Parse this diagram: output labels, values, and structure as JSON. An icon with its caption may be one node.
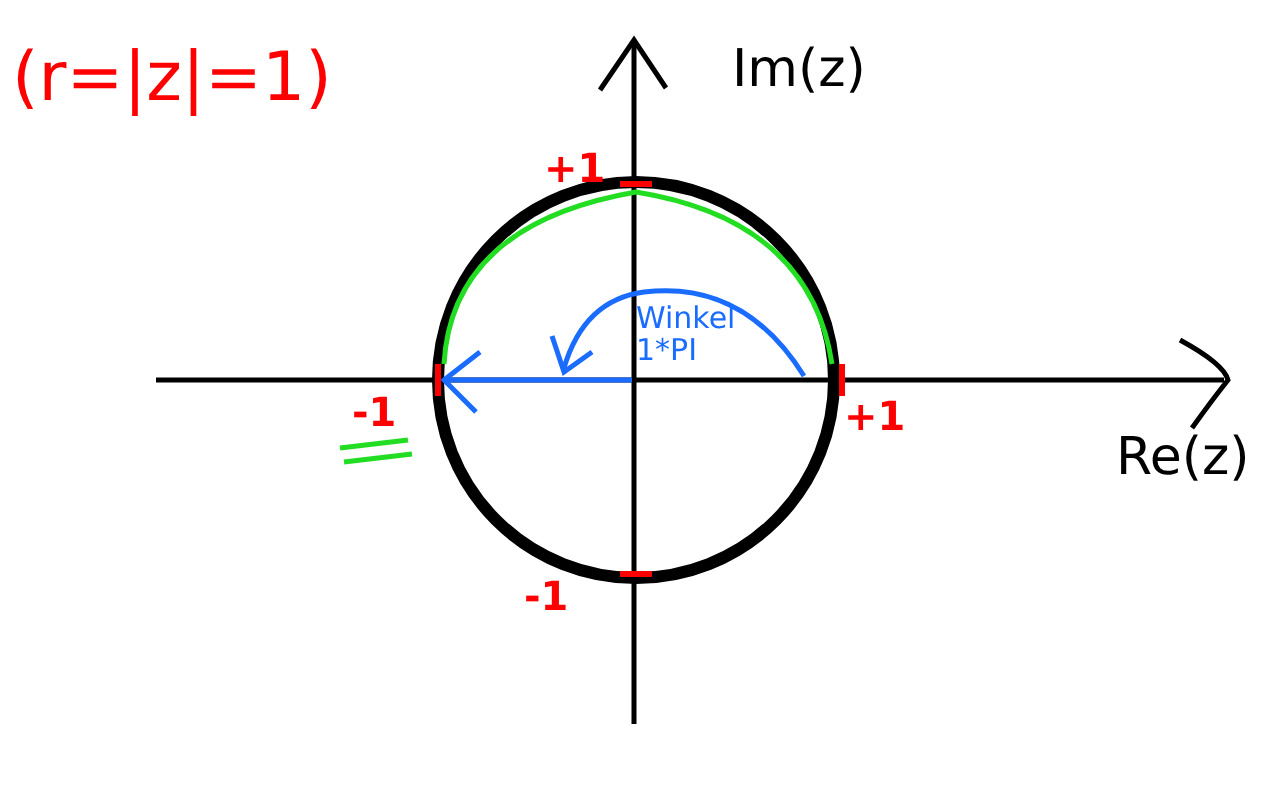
{
  "diagram": {
    "labels": [
      "(r=|z|=1)",
      "Im(z)",
      "+1",
      "Winkel 1*PI",
      "-1",
      "+1",
      "Re(z)",
      "-1"
    ]
  }
}
